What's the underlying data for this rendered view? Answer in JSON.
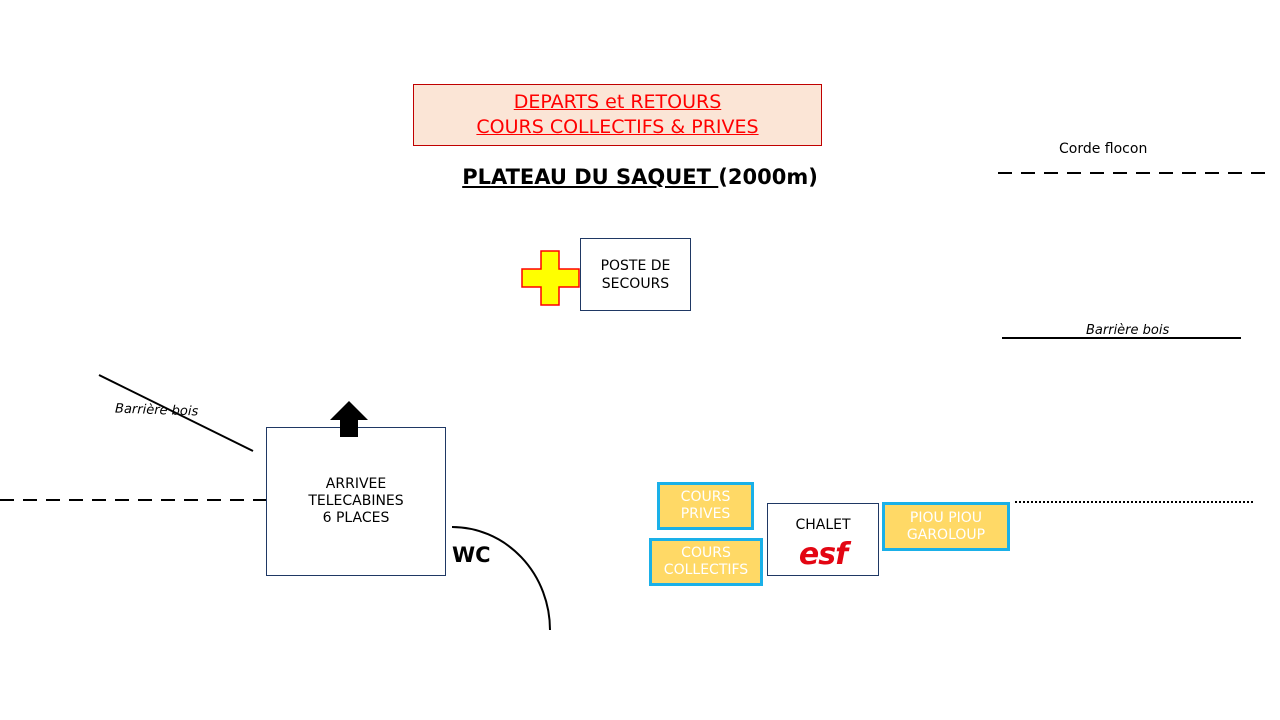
{
  "header": {
    "line1": "DEPARTS et RETOURS",
    "line2": "COURS COLLECTIFS & PRIVES"
  },
  "title": {
    "main": "PLATEAU DU SAQUET ",
    "altitude": "(2000m)"
  },
  "first_aid": {
    "line1": "POSTE DE",
    "line2": "SECOURS",
    "cross_color": "#ffff00",
    "cross_border": "#ff0000"
  },
  "arrival": {
    "line1": "ARRIVEE",
    "line2": "TELECABINES",
    "line3": "6 PLACES"
  },
  "wc": "WC",
  "lessons": {
    "prives": {
      "line1": "COURS",
      "line2": "PRIVES"
    },
    "collectifs": {
      "line1": "COURS",
      "line2": "COLLECTIFS"
    },
    "piou": {
      "line1": "PIOU PIOU",
      "line2": "GAROLOUP"
    },
    "fill": "#ffd966",
    "border": "#1ab0e8"
  },
  "chalet": {
    "label": "CHALET",
    "logo_text": "esf",
    "logo_color": "#e30613"
  },
  "annotations": {
    "corde": "Corde flocon",
    "barriere_right": "Barrière bois",
    "barriere_left": "Barrière bois"
  }
}
